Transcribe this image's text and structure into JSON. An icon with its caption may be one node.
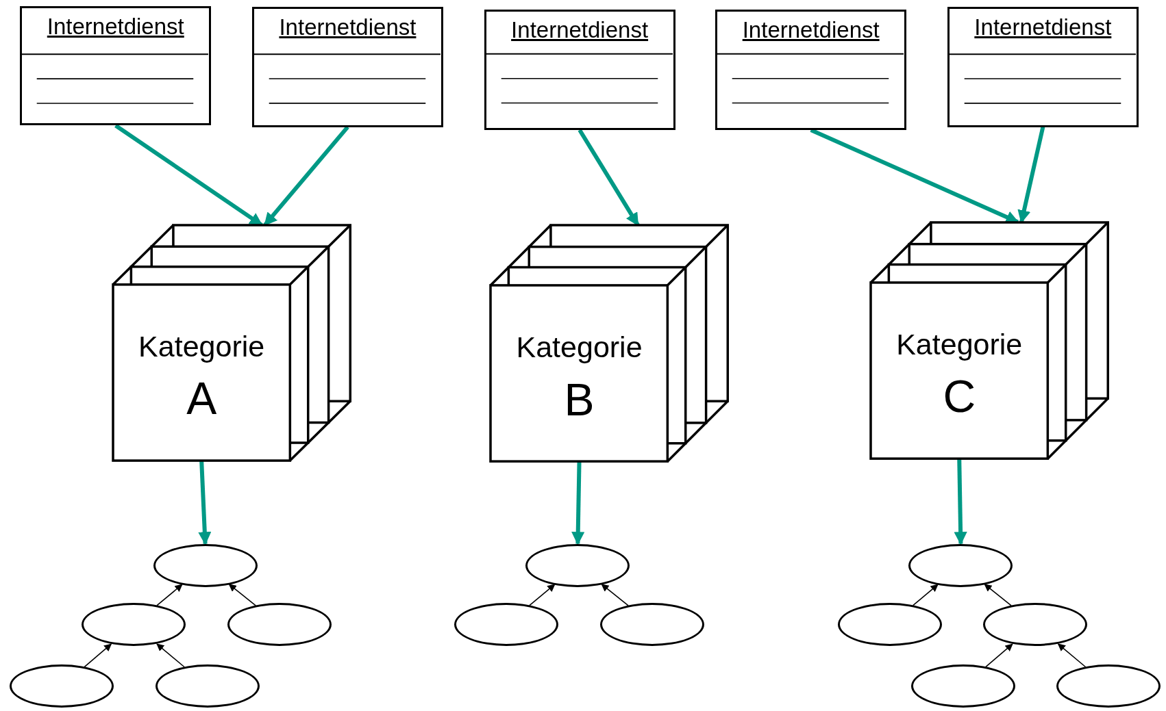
{
  "diagram": {
    "nodes": [
      {
        "text": [
          "Internetdienst"
        ]
      },
      {
        "text": [
          "Internetdienst"
        ]
      },
      {
        "text": [
          "Internetdienst"
        ]
      },
      {
        "text": [
          "Internetdienst"
        ]
      },
      {
        "text": [
          "Internetdienst"
        ]
      },
      {
        "text": [
          "Kategorie",
          "A"
        ]
      },
      {
        "text": [
          "Kategorie",
          "B"
        ]
      },
      {
        "text": [
          "Kategorie",
          "C"
        ]
      },
      {
        "text": [],
        "shape": "ellipse"
      },
      {
        "text": [],
        "shape": "ellipse"
      },
      {
        "text": [],
        "shape": "ellipse"
      },
      {
        "text": [],
        "shape": "ellipse"
      },
      {
        "text": [],
        "shape": "ellipse"
      },
      {
        "text": [],
        "shape": "ellipse"
      },
      {
        "text": [],
        "shape": "ellipse"
      },
      {
        "text": [],
        "shape": "ellipse"
      },
      {
        "text": [],
        "shape": "ellipse"
      },
      {
        "text": [],
        "shape": "ellipse"
      },
      {
        "text": [],
        "shape": "ellipse"
      },
      {
        "text": [],
        "shape": "ellipse"
      },
      {
        "text": [],
        "shape": "ellipse"
      }
    ],
    "edges": [
      {
        "from": 0,
        "to": 5,
        "arrow": "to",
        "style": "thick",
        "color": "#009985"
      },
      {
        "from": 1,
        "to": 5,
        "arrow": "to",
        "style": "thick",
        "color": "#009985"
      },
      {
        "from": 2,
        "to": 6,
        "arrow": "to",
        "style": "thick",
        "color": "#009985"
      },
      {
        "from": 3,
        "to": 7,
        "arrow": "to",
        "style": "thick",
        "color": "#009985"
      },
      {
        "from": 4,
        "to": 7,
        "arrow": "to",
        "style": "thick",
        "color": "#009985"
      },
      {
        "from": 5,
        "to": 8,
        "arrow": "to",
        "style": "thick",
        "color": "#009985"
      },
      {
        "from": 6,
        "to": 13,
        "arrow": "to",
        "style": "thick",
        "color": "#009985"
      },
      {
        "from": 7,
        "to": 16,
        "arrow": "to",
        "style": "thick",
        "color": "#009985"
      },
      {
        "from": 9,
        "to": 8,
        "arrow": "to"
      },
      {
        "from": 10,
        "to": 8,
        "arrow": "to"
      },
      {
        "from": 11,
        "to": 9,
        "arrow": "to"
      },
      {
        "from": 12,
        "to": 9,
        "arrow": "to"
      },
      {
        "from": 14,
        "to": 13,
        "arrow": "to"
      },
      {
        "from": 15,
        "to": 13,
        "arrow": "to"
      },
      {
        "from": 17,
        "to": 16,
        "arrow": "to"
      },
      {
        "from": 18,
        "to": 16,
        "arrow": "to"
      },
      {
        "from": 19,
        "to": 18,
        "arrow": "to"
      },
      {
        "from": 20,
        "to": 18,
        "arrow": "to"
      }
    ]
  }
}
